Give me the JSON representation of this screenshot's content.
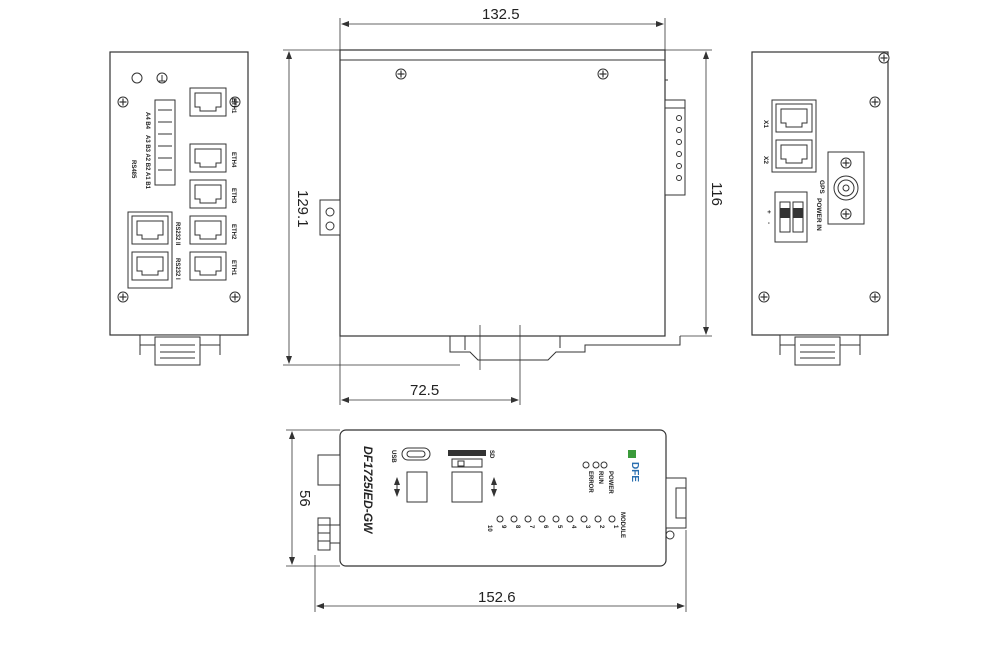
{
  "dimensions": {
    "top_width": "132.5",
    "top_height": "116",
    "side_height": "129.1",
    "rail_offset": "72.5",
    "bottom_width": "152.6",
    "bottom_height": "56"
  },
  "left_view": {
    "ports": [
      "ETH1",
      "ETH2",
      "ETH3",
      "ETH4",
      "ETH1"
    ],
    "rs485_label": "RS485",
    "rs485_pins_top": "A4 B4",
    "rs485_pins_mid": "A3 B3 A2 B2",
    "rs485_pins_bot": "A1 B1",
    "rs232_1": "RS232 I",
    "rs232_2": "RS232 II",
    "ground_icon": "ground-icon"
  },
  "right_view": {
    "x1": "X1",
    "x2": "X2",
    "gps": "GPS",
    "power_in": "POWER IN",
    "plus": "+",
    "minus": "-"
  },
  "bottom_view": {
    "model": "DF1725IED-GW",
    "brand": "DFE",
    "usb": "USB",
    "sd": "SD",
    "status": [
      "POWER",
      "RUN",
      "ERROR"
    ],
    "module_label": "MODULE",
    "module_numbers": [
      "1",
      "2",
      "3",
      "4",
      "5",
      "6",
      "7",
      "8",
      "9",
      "10"
    ]
  },
  "colors": {
    "line": "#333333",
    "brand_green": "#3a9a3a",
    "brand_blue": "#2a6fb0"
  }
}
